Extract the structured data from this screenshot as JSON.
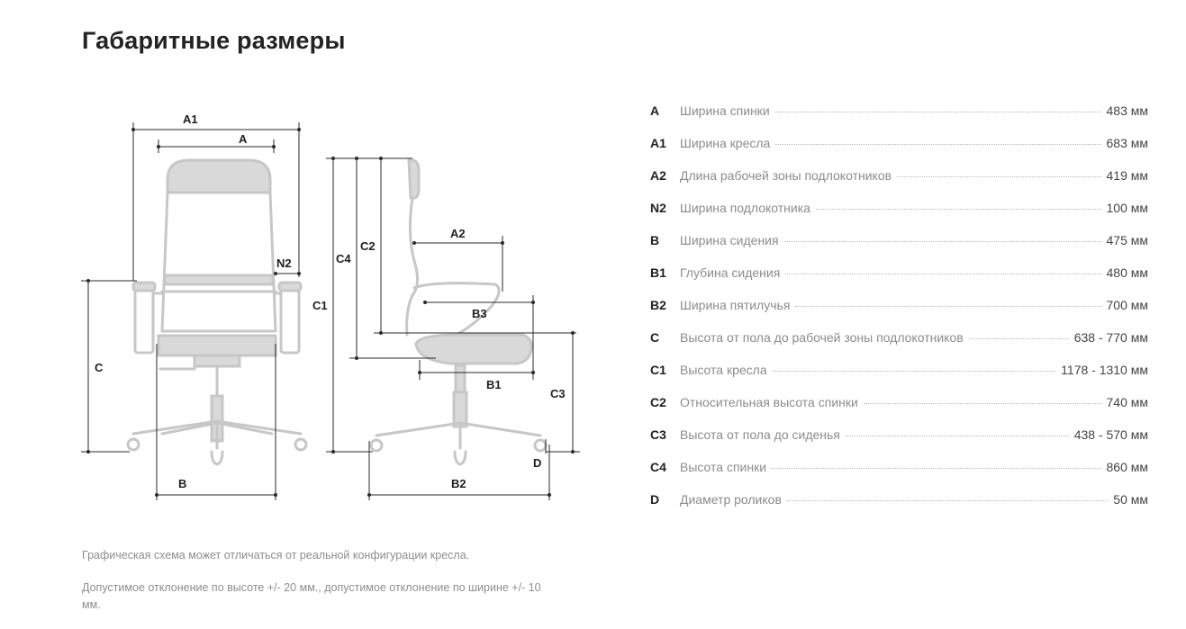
{
  "title": "Габаритные размеры",
  "diagram": {
    "labels": {
      "A1": "A1",
      "A": "A",
      "N2": "N2",
      "C": "C",
      "B": "B",
      "C1": "C1",
      "C4": "C4",
      "C2": "C2",
      "A2": "A2",
      "B3": "B3",
      "B1": "B1",
      "C3": "C3",
      "D": "D",
      "B2": "B2"
    }
  },
  "specs": [
    {
      "key": "A",
      "label": "Ширина спинки",
      "value": "483 мм"
    },
    {
      "key": "A1",
      "label": "Ширина кресла",
      "value": "683 мм"
    },
    {
      "key": "A2",
      "label": "Длина рабочей зоны подлокотников",
      "value": "419 мм"
    },
    {
      "key": "N2",
      "label": "Ширина подлокотника",
      "value": "100 мм"
    },
    {
      "key": "B",
      "label": "Ширина сидения",
      "value": "475 мм"
    },
    {
      "key": "B1",
      "label": "Глубина сидения",
      "value": "480 мм"
    },
    {
      "key": "B2",
      "label": "Ширина пятилучья",
      "value": "700 мм"
    },
    {
      "key": "C",
      "label": "Высота от пола до рабочей зоны подлокотников",
      "value": "638 - 770 мм"
    },
    {
      "key": "C1",
      "label": "Высота кресла",
      "value": "1178 - 1310 мм"
    },
    {
      "key": "C2",
      "label": "Относительная высота спинки",
      "value": "740 мм"
    },
    {
      "key": "C3",
      "label": "Высота от пола до сиденья",
      "value": "438 - 570 мм"
    },
    {
      "key": "C4",
      "label": "Высота спинки",
      "value": "860 мм"
    },
    {
      "key": "D",
      "label": "Диаметр роликов",
      "value": "50 мм"
    }
  ],
  "notes": [
    "Графическая схема может отличаться от реальной конфигурации кресла.",
    "Допустимое отклонение по высоте +/- 20 мм., допустимое отклонение по ширине +/- 10 мм."
  ]
}
